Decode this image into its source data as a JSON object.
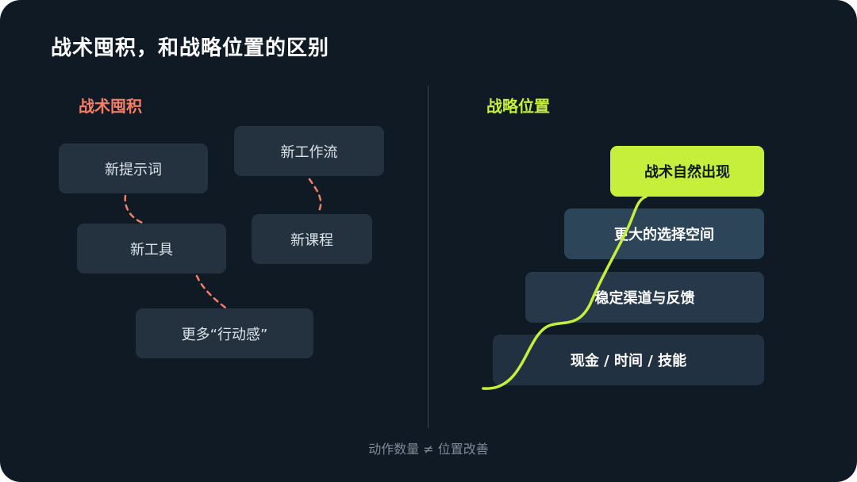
{
  "title": "战术囤积，和战略位置的区别",
  "left_section": {
    "heading": "战术囤积",
    "boxes": [
      "新提示词",
      "新工作流",
      "新工具",
      "新课程",
      "更多“行动感”"
    ]
  },
  "right_section": {
    "heading": "战略位置",
    "steps": [
      "现金 / 时间 / 技能",
      "稳定渠道与反馈",
      "更大的选择空间",
      "战术自然出现"
    ]
  },
  "footer": "动作数量 ≠ 位置改善",
  "colors": {
    "background": "#0f1a24",
    "left_accent": "#f47f68",
    "right_accent": "#c6ef3c",
    "box": "#243240"
  }
}
